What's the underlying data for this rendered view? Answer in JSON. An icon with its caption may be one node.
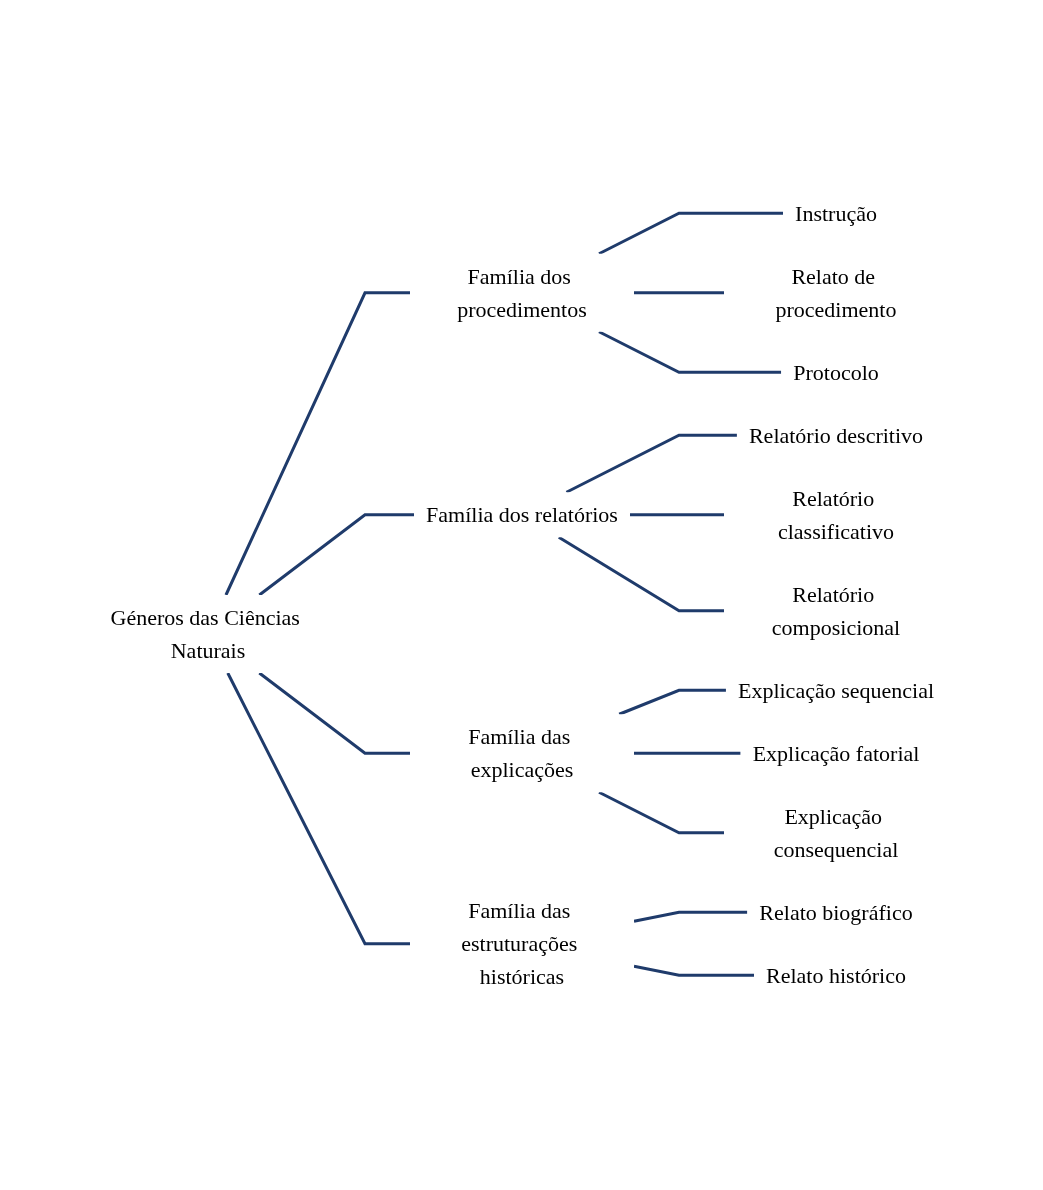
{
  "diagram": {
    "nodes": [
      {
        "text": [
          "Géneros das Ciências Naturais"
        ]
      },
      {
        "text": [
          "Família dos procedimentos"
        ]
      },
      {
        "text": [
          "Instrução"
        ]
      },
      {
        "text": [
          "Relato de procedimento"
        ]
      },
      {
        "text": [
          "Protocolo"
        ]
      },
      {
        "text": [
          "Família dos relatórios"
        ]
      },
      {
        "text": [
          "Relatório descritivo"
        ]
      },
      {
        "text": [
          "Relatório classificativo"
        ]
      },
      {
        "text": [
          "Relatório composicional"
        ]
      },
      {
        "text": [
          "Família das explicações"
        ]
      },
      {
        "text": [
          "Explicação sequencial"
        ]
      },
      {
        "text": [
          "Explicação fatorial"
        ]
      },
      {
        "text": [
          "Explicação consequencial"
        ]
      },
      {
        "text": [
          "Família das estruturações históricas"
        ]
      },
      {
        "text": [
          "Relato biográfico"
        ]
      },
      {
        "text": [
          "Relato histórico"
        ]
      }
    ],
    "edges": [
      {
        "from": 0,
        "to": 1,
        "arrow": "none"
      },
      {
        "from": 0,
        "to": 5,
        "arrow": "none"
      },
      {
        "from": 0,
        "to": 9,
        "arrow": "none"
      },
      {
        "from": 0,
        "to": 13,
        "arrow": "none"
      },
      {
        "from": 1,
        "to": 2,
        "arrow": "none"
      },
      {
        "from": 1,
        "to": 3,
        "arrow": "none"
      },
      {
        "from": 1,
        "to": 4,
        "arrow": "none"
      },
      {
        "from": 5,
        "to": 6,
        "arrow": "none"
      },
      {
        "from": 5,
        "to": 7,
        "arrow": "none"
      },
      {
        "from": 5,
        "to": 8,
        "arrow": "none"
      },
      {
        "from": 9,
        "to": 10,
        "arrow": "none"
      },
      {
        "from": 9,
        "to": 11,
        "arrow": "none"
      },
      {
        "from": 9,
        "to": 12,
        "arrow": "none"
      },
      {
        "from": 13,
        "to": 14,
        "arrow": "none"
      },
      {
        "from": 13,
        "to": 15,
        "arrow": "none"
      }
    ]
  }
}
